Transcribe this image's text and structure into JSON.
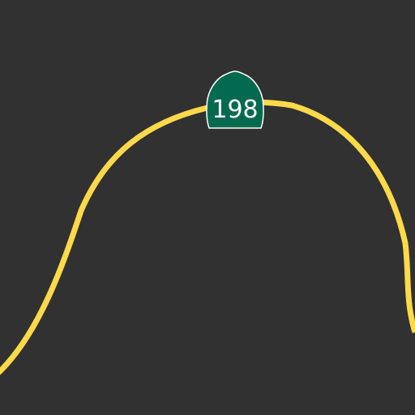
{
  "map": {
    "background_color": "#313131",
    "road": {
      "color": "#FFD94A",
      "class": "highway"
    },
    "route_shield": {
      "type": "california-state-route-shield",
      "number": "198",
      "fill_color": "#036A4F",
      "text_color": "#FFFFFF",
      "border_color": "#FFFFFF"
    }
  }
}
